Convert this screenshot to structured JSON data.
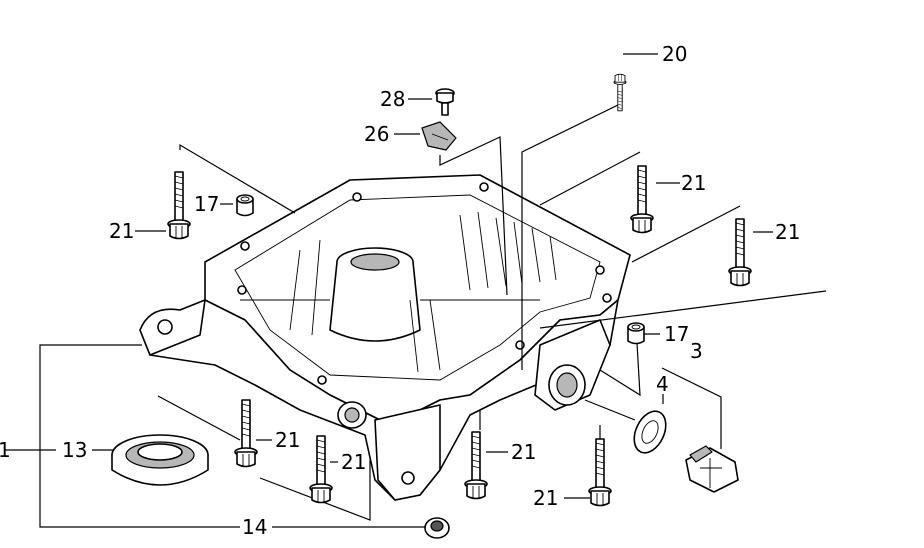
{
  "callouts": [
    {
      "id": "c20",
      "text": "20"
    },
    {
      "id": "c28",
      "text": "28"
    },
    {
      "id": "c26",
      "text": "26"
    },
    {
      "id": "c17a",
      "text": "17"
    },
    {
      "id": "c21a",
      "text": "21"
    },
    {
      "id": "c21b",
      "text": "21"
    },
    {
      "id": "c21c",
      "text": "21"
    },
    {
      "id": "c17b",
      "text": "17"
    },
    {
      "id": "c3",
      "text": "3"
    },
    {
      "id": "c4",
      "text": "4"
    },
    {
      "id": "c1",
      "text": "1"
    },
    {
      "id": "c13",
      "text": "13"
    },
    {
      "id": "c21d",
      "text": "21"
    },
    {
      "id": "c21e",
      "text": "21"
    },
    {
      "id": "c21f",
      "text": "21"
    },
    {
      "id": "c21g",
      "text": "21"
    },
    {
      "id": "c14",
      "text": "14"
    }
  ],
  "parts": {
    "case": "oil-pan-case",
    "seal": "oil-seal",
    "bolt": "flange-bolt",
    "dowel": "dowel-pin",
    "clip": "wire-clip",
    "plug": "drain-plug",
    "washer": "sealing-washer",
    "nut": "flange-nut"
  }
}
